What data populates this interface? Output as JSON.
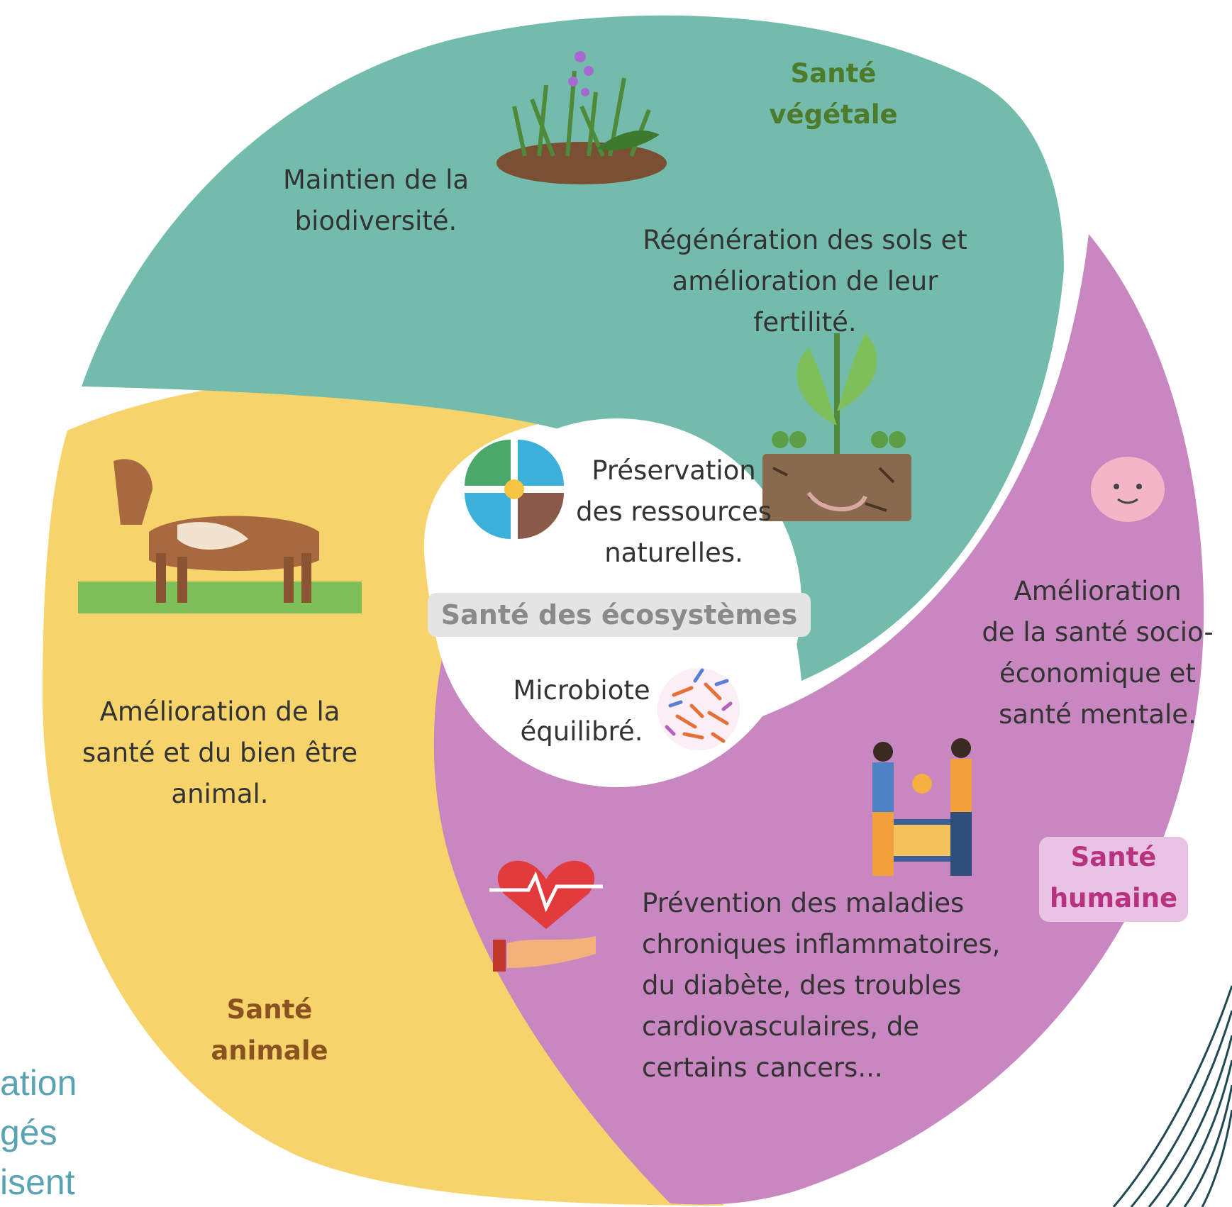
{
  "segments": {
    "vegetale": {
      "title": "Santé\nvégétale",
      "color": "#73bcac",
      "label_color": "#4e7a2c",
      "items": [
        "Maintien de la\nbiodiversité.",
        "Régénération des sols et\namélioration de leur\nfertilité."
      ]
    },
    "humaine": {
      "title": "Santé\nhumaine",
      "color": "#c887c0",
      "label_color": "#b8327f",
      "items": [
        "Amélioration\nde la santé socio-\néconomique et\nsanté mentale.",
        "Prévention des maladies\nchroniques inflammatoires,\ndu diabète, des troubles\ncardiovasculaires, de\ncertains cancers..."
      ]
    },
    "animale": {
      "title": "Santé\nanimale",
      "color": "#f7d46b",
      "label_color": "#8a5220",
      "items": [
        "Amélioration de la\nsanté et du bien être\nanimal."
      ]
    }
  },
  "center": {
    "title": "Santé des écosystèmes",
    "items": [
      "Préservation\ndes ressources\nnaturelles.",
      "Microbiote\néquilibré."
    ]
  },
  "side_text": [
    "ation",
    "gés",
    "isent"
  ],
  "icons": [
    "plant-icon",
    "roots-icon",
    "brain-icon",
    "people-icon",
    "heart-hand-icon",
    "cow-icon",
    "elements-icon",
    "microbiota-icon"
  ]
}
